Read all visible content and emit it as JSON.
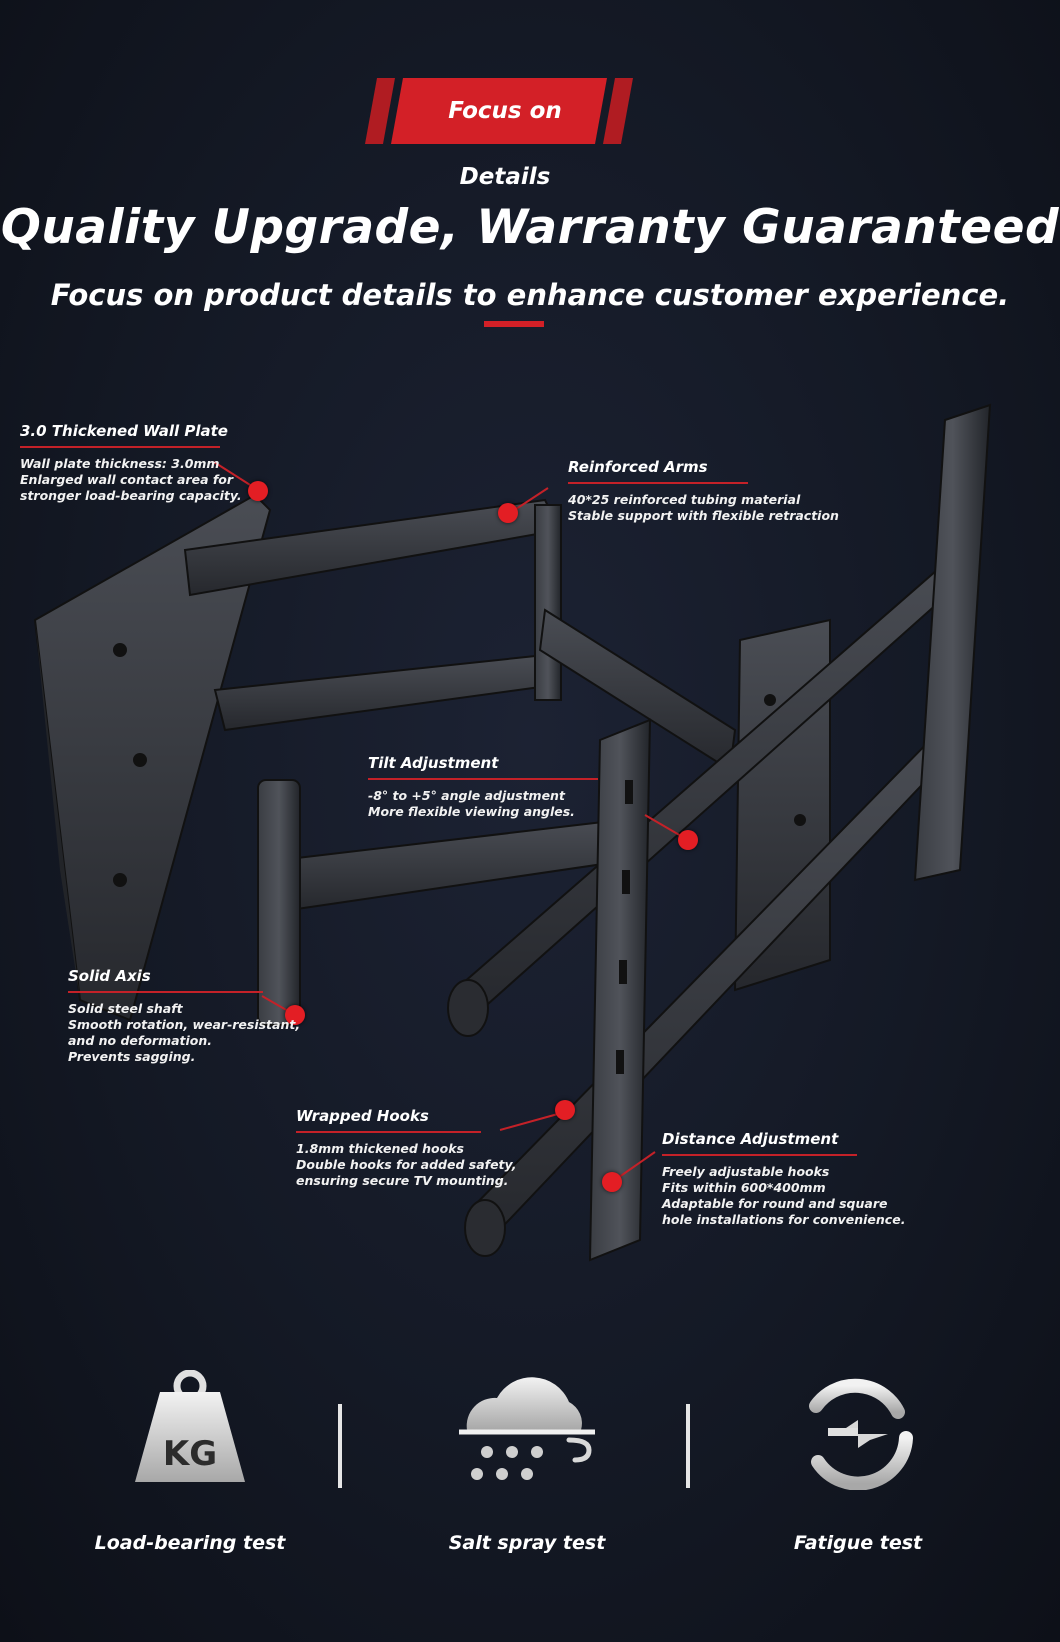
{
  "badge": {
    "label": "Focus on Details"
  },
  "header": {
    "headline": "Quality Upgrade, Warranty Guaranteed",
    "subheadline": "Focus on product details to enhance customer experience."
  },
  "callouts": [
    {
      "title": "3.0 Thickened Wall Plate",
      "lines": [
        "Wall plate thickness: 3.0mm",
        "Enlarged wall contact area for",
        "stronger load-bearing capacity."
      ]
    },
    {
      "title": "Reinforced Arms",
      "lines": [
        "40*25 reinforced tubing material",
        "Stable support with flexible retraction"
      ]
    },
    {
      "title": "Tilt Adjustment",
      "lines": [
        "-8° to +5° angle adjustment",
        "More flexible viewing angles."
      ]
    },
    {
      "title": "Solid Axis",
      "lines": [
        "Solid steel shaft",
        "Smooth rotation, wear-resistant,",
        "and no deformation.",
        "Prevents sagging."
      ]
    },
    {
      "title": "Wrapped Hooks",
      "lines": [
        "1.8mm thickened hooks",
        "Double hooks for added safety,",
        "ensuring secure TV mounting."
      ]
    },
    {
      "title": "Distance Adjustment",
      "lines": [
        "Freely adjustable hooks",
        "Fits within 600*400mm",
        "Adaptable for round and square",
        "hole installations for convenience."
      ]
    }
  ],
  "features": [
    {
      "label": "Load-bearing test",
      "icon": "kg-weight-icon",
      "icon_text": "KG"
    },
    {
      "label": "Salt spray test",
      "icon": "salt-spray-cloud-icon"
    },
    {
      "label": "Fatigue test",
      "icon": "rotation-cycle-icon"
    }
  ],
  "colors": {
    "accent": "#d32027",
    "background": "#141925",
    "text": "#ffffff"
  }
}
